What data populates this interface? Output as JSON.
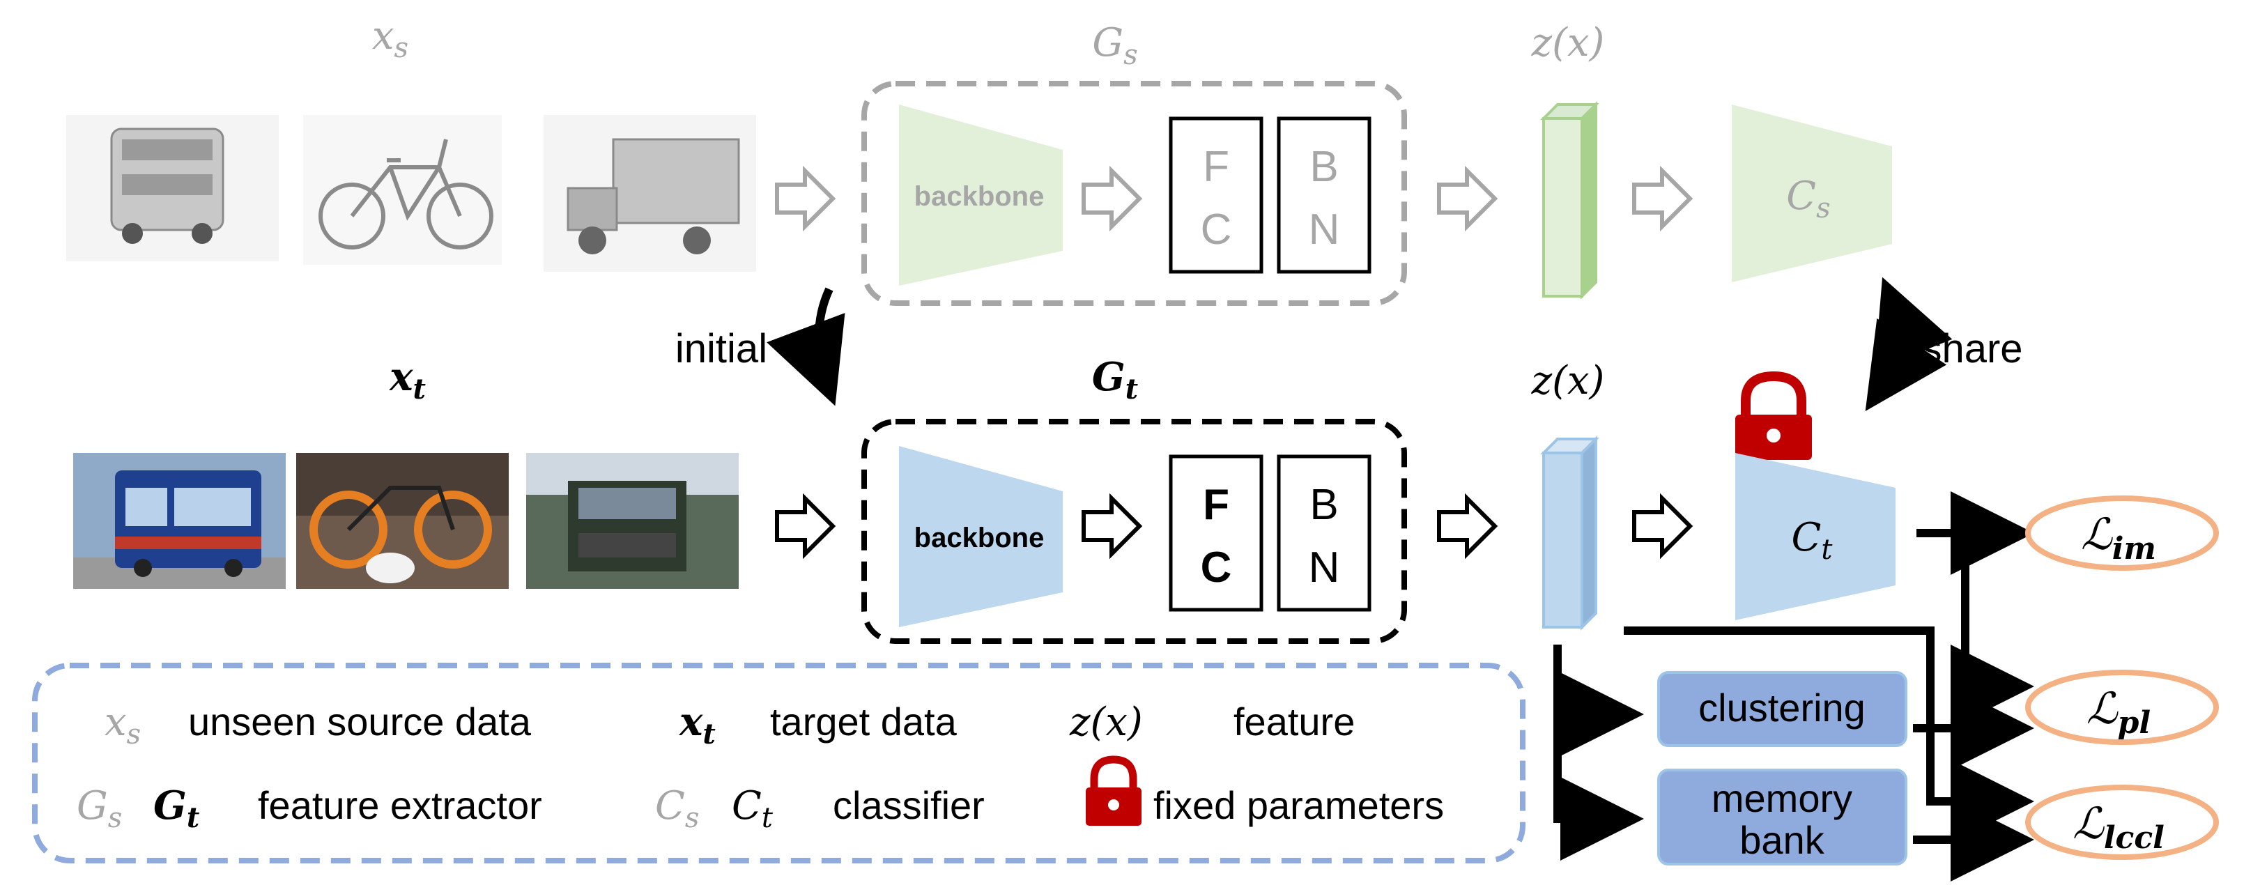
{
  "source_branch": {
    "input_label": "x",
    "input_sub": "s",
    "extractor_label": "G",
    "extractor_sub": "s",
    "feature_label": "z(x)",
    "backbone": "backbone",
    "fc": [
      "F",
      "C"
    ],
    "bn": [
      "B",
      "N"
    ],
    "classifier_label": "C",
    "classifier_sub": "s"
  },
  "target_branch": {
    "input_label": "x",
    "input_sub": "t",
    "extractor_label": "G",
    "extractor_sub": "t",
    "feature_label": "z(x)",
    "backbone": "backbone",
    "fc": [
      "F",
      "C"
    ],
    "bn": [
      "B",
      "N"
    ],
    "classifier_label": "C",
    "classifier_sub": "t"
  },
  "arrows": {
    "initial": "initial",
    "share": "share"
  },
  "modules": {
    "clustering": "clustering",
    "memory_bank": [
      "memory",
      "bank"
    ]
  },
  "losses": [
    {
      "symbol": "ℒ",
      "sub": "im"
    },
    {
      "symbol": "ℒ",
      "sub": "pl"
    },
    {
      "symbol": "ℒ",
      "sub": "lccl"
    }
  ],
  "legend": {
    "row1": [
      {
        "sym": "x",
        "sub": "s",
        "text": "unseen source data"
      },
      {
        "sym": "x",
        "sub": "t",
        "text": "target data"
      },
      {
        "sym": "z(x)",
        "sub": "",
        "text": "feature"
      }
    ],
    "row2": [
      {
        "syms": [
          [
            "G",
            "s"
          ],
          [
            "G",
            "t"
          ]
        ],
        "text": "feature extractor"
      },
      {
        "syms": [
          [
            "C",
            "s"
          ],
          [
            "C",
            "t"
          ]
        ],
        "text": "classifier"
      },
      {
        "icon": "lock-icon",
        "text": "fixed parameters"
      }
    ]
  },
  "colors": {
    "source_fill": "#e2efd9",
    "source_stroke": "#a9d18e",
    "target_fill": "#bdd7ee",
    "target_stroke": "#9dc3e6",
    "module_fill": "#8faadc",
    "loss_stroke": "#f4b183",
    "lock_red": "#c00000",
    "grey": "#a6a6a6"
  }
}
